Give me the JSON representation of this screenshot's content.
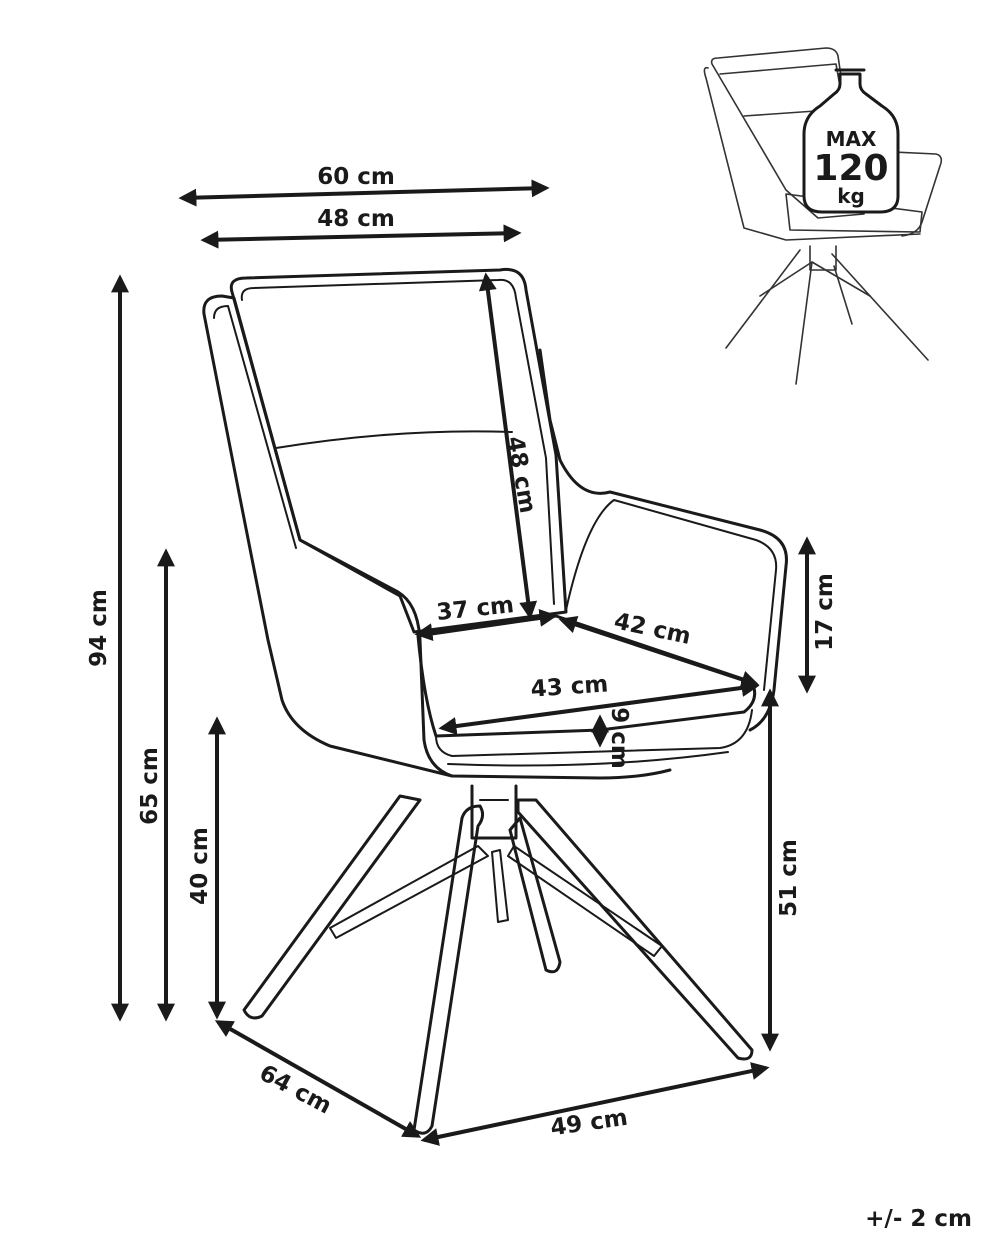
{
  "dimensions": {
    "total_width": "60 cm",
    "inner_width": "48 cm",
    "total_height": "94 cm",
    "armrest_height": "65 cm",
    "seat_frame_height": "40 cm",
    "backrest_height": "48 cm",
    "seat_width": "37 cm",
    "seat_depth": "42 cm",
    "seat_front_width": "43 cm",
    "armrest_rise": "17 cm",
    "seat_thickness": "9 cm",
    "seat_height": "51 cm",
    "base_depth": "64 cm",
    "base_width": "49 cm"
  },
  "load_badge": {
    "max_label": "MAX",
    "value": "120",
    "unit": "kg"
  },
  "tolerance": "+/- 2 cm",
  "colors": {
    "line": "#1a1a1a",
    "background": "#ffffff"
  }
}
